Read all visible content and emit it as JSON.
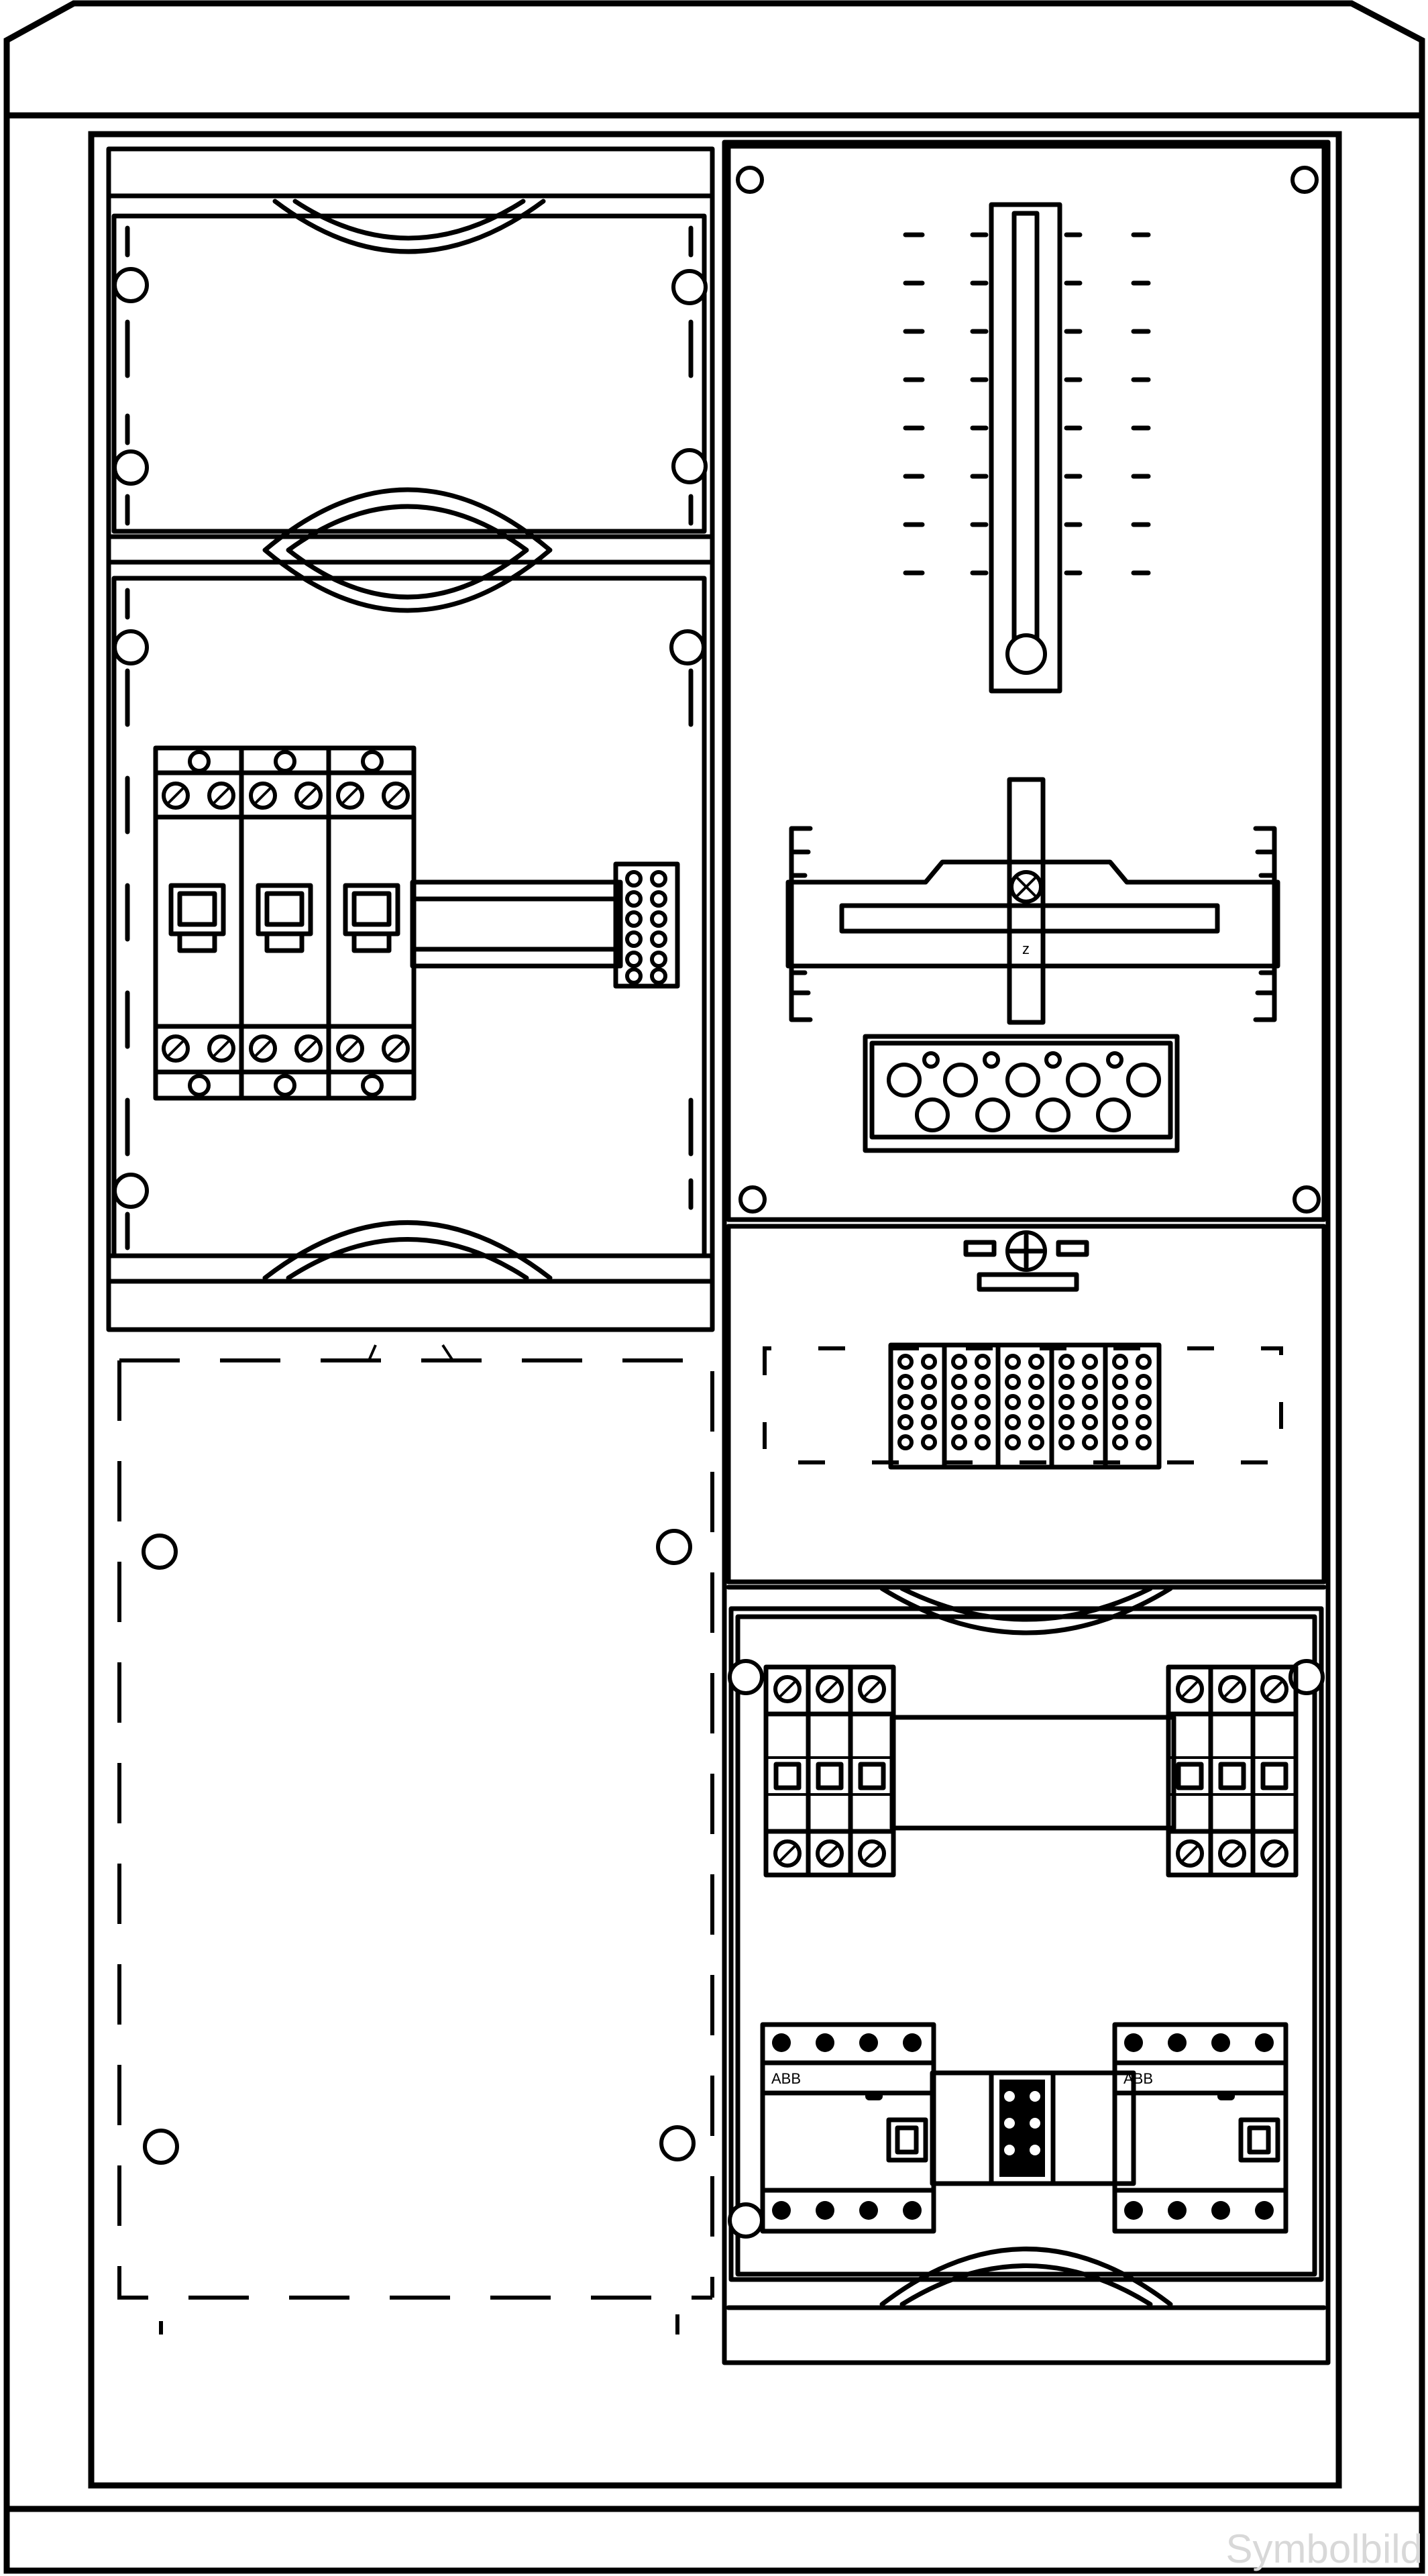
{
  "watermark": "Symbolbild",
  "labels": {
    "rcd_left": "ABB",
    "rcd_right": "ABB",
    "meter_mark": "z"
  },
  "colors": {
    "line": "#000000",
    "background": "#ffffff",
    "watermark": "#d8d8d8"
  },
  "components": [
    "cabinet-enclosure",
    "fuse-switch-disconnector-3p",
    "meter-mounting-board",
    "terminal-block",
    "n-pe-busbar",
    "mcb-group-left",
    "mcb-group-right",
    "rcd-left",
    "rcd-right"
  ]
}
